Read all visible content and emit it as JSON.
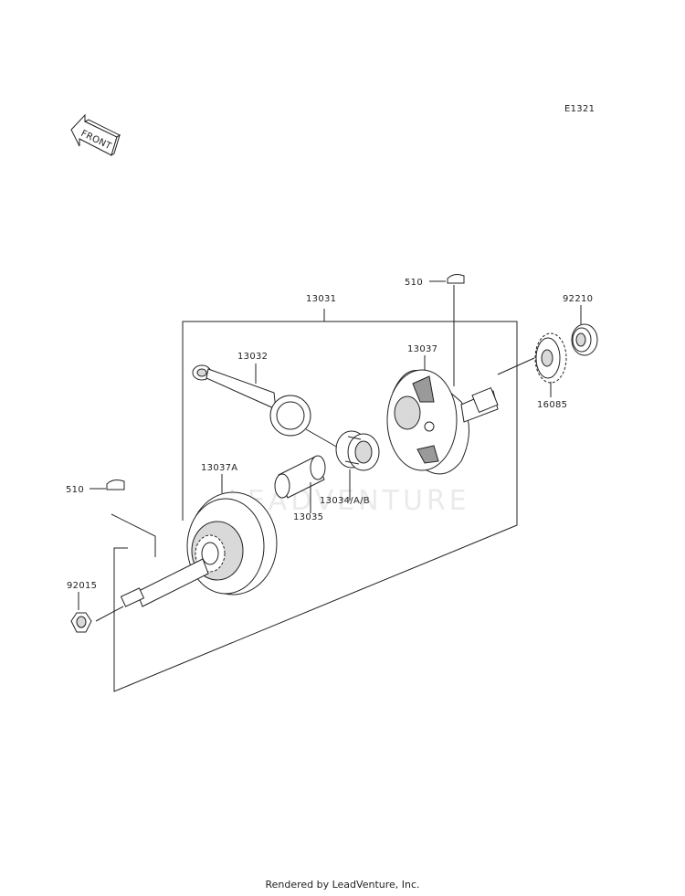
{
  "diagram": {
    "code": "E1321",
    "front_label": "FRONT",
    "watermark": "LEADVENTURE",
    "parts": [
      {
        "id": "p13031",
        "label": "13031"
      },
      {
        "id": "p13032",
        "label": "13032"
      },
      {
        "id": "p13037",
        "label": "13037"
      },
      {
        "id": "p13037A",
        "label": "13037A"
      },
      {
        "id": "p13034",
        "label": "13034/A/B"
      },
      {
        "id": "p13035",
        "label": "13035"
      },
      {
        "id": "p510a",
        "label": "510"
      },
      {
        "id": "p510b",
        "label": "510"
      },
      {
        "id": "p92210",
        "label": "92210"
      },
      {
        "id": "p16085",
        "label": "16085"
      },
      {
        "id": "p92015",
        "label": "92015"
      }
    ]
  },
  "footer": "Rendered by LeadVenture, Inc."
}
